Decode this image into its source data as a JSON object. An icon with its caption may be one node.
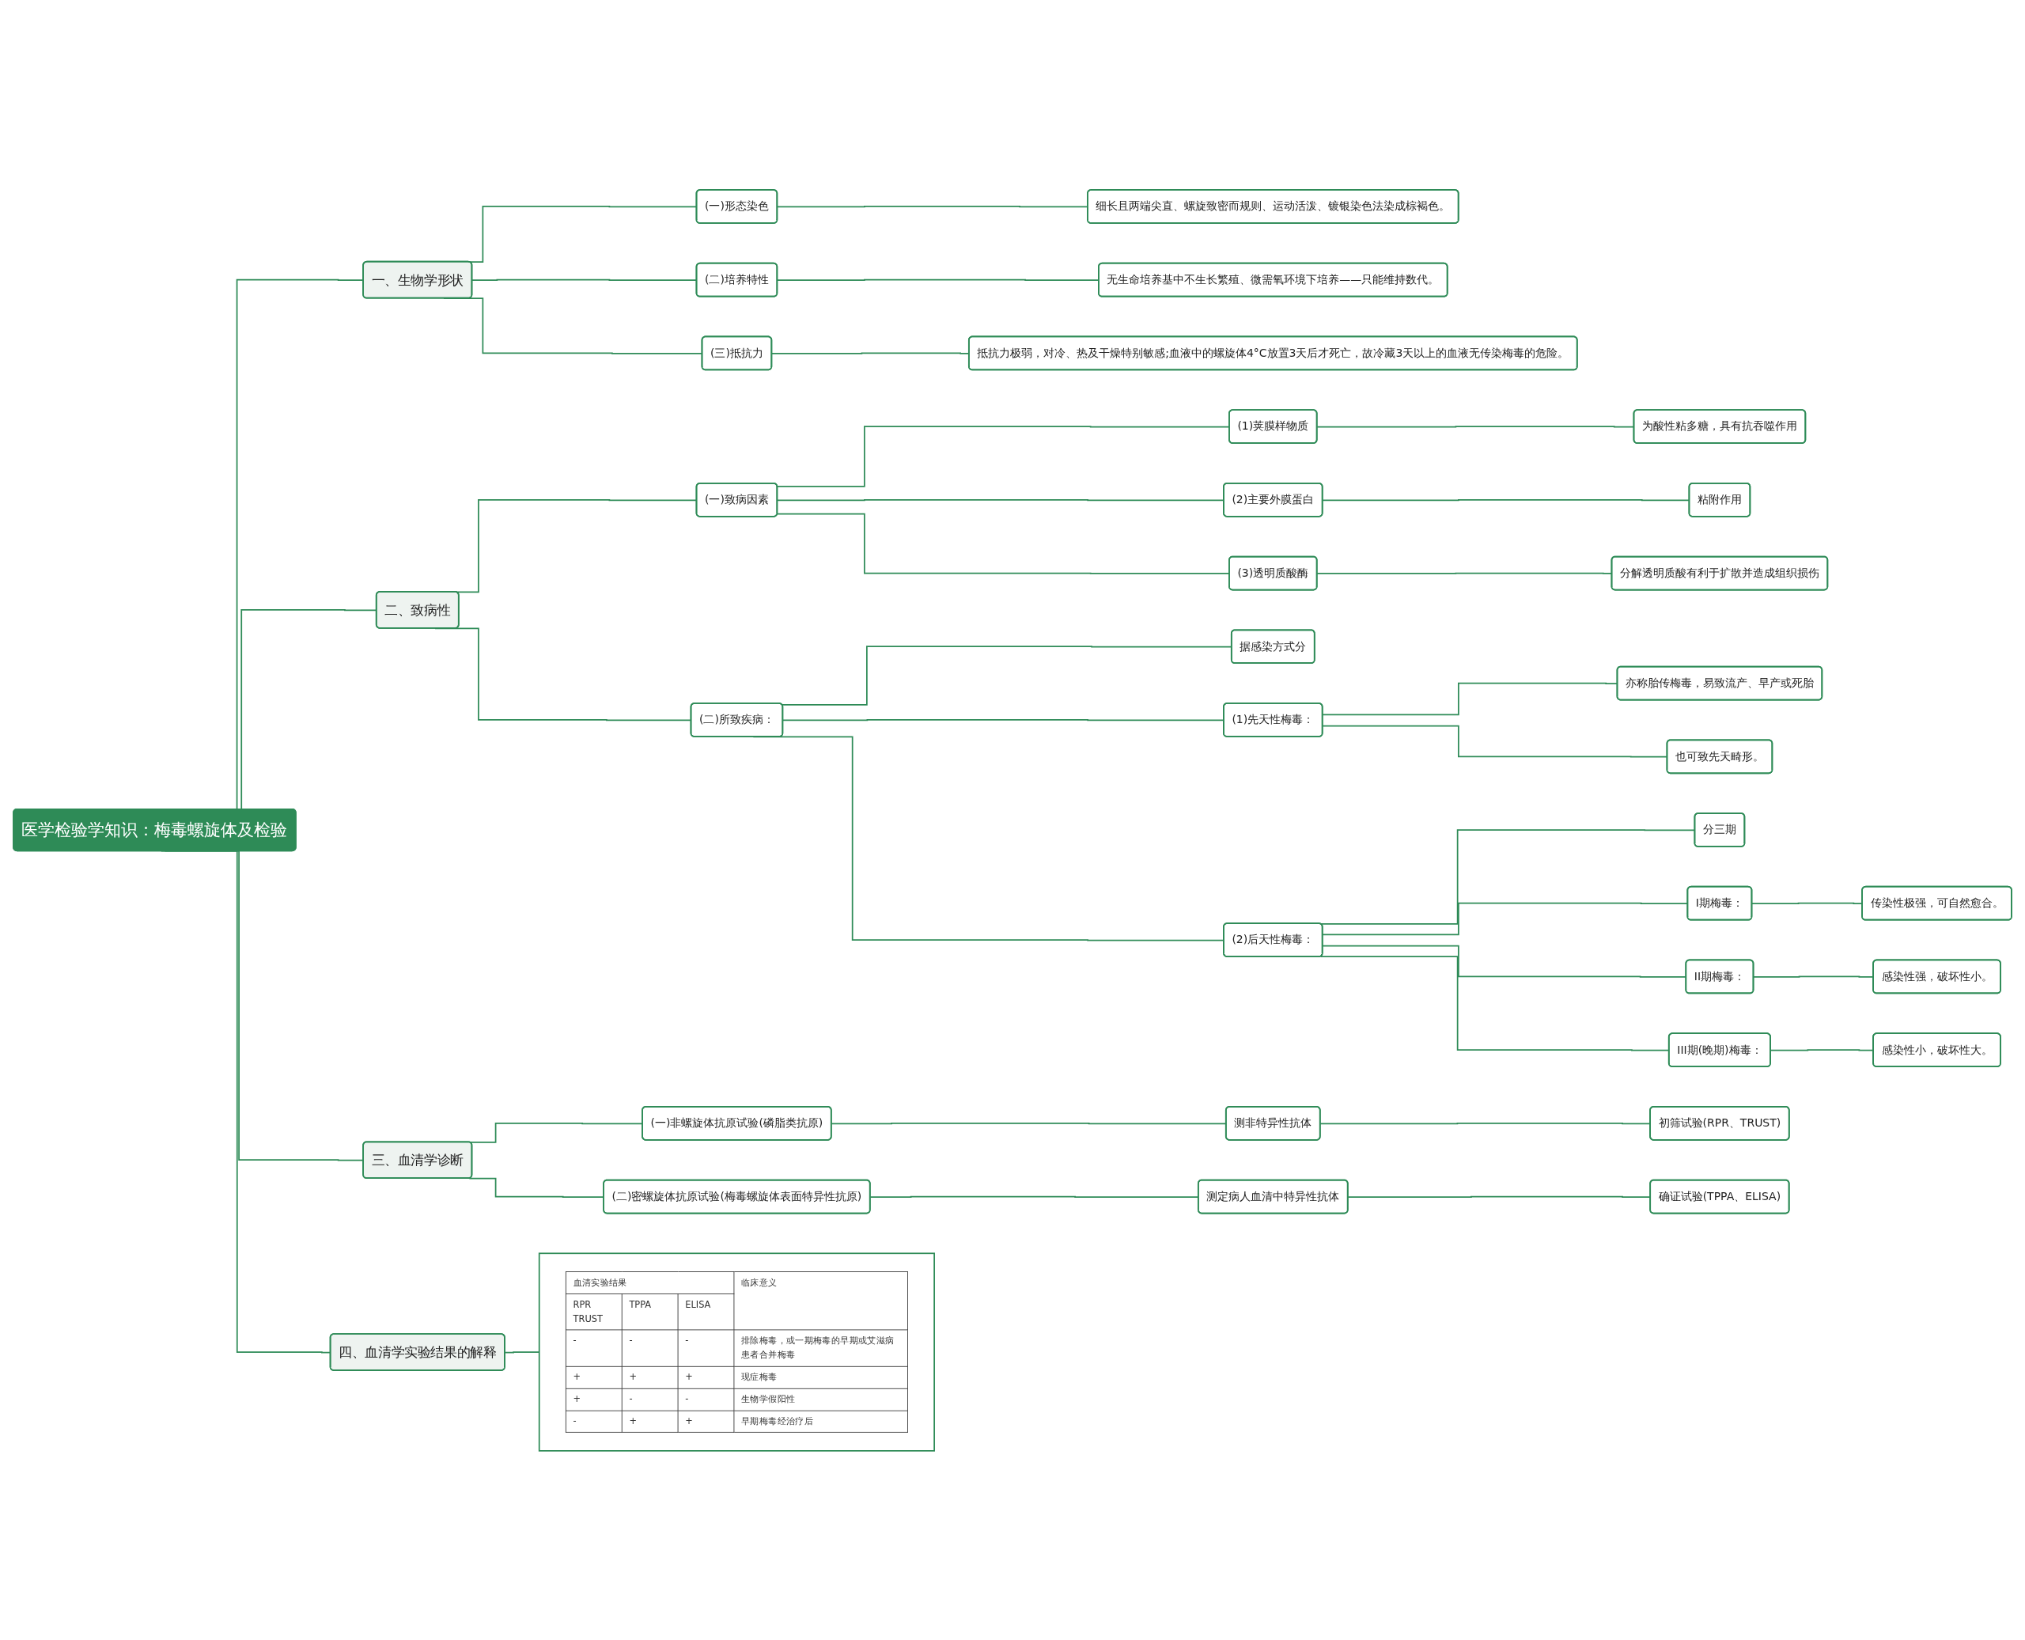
{
  "diagram": {
    "nodes": [
      {
        "text": [
          "医学检验学知识：梅毒螺旋体及检验"
        ]
      },
      {
        "text": [
          "一、生物学形状"
        ]
      },
      {
        "text": [
          "(一)形态染色"
        ]
      },
      {
        "text": [
          "细长且两端尖直、螺旋致密而规则、运动活泼、镀银染色法染成棕褐色。"
        ]
      },
      {
        "text": [
          "(二)培养特性"
        ]
      },
      {
        "text": [
          "无生命培养基中不生长繁殖、微需氧环境下培养——只能维持数代。"
        ]
      },
      {
        "text": [
          "(三)抵抗力"
        ]
      },
      {
        "text": [
          "抵抗力极弱，对冷、热及干燥特别敏感;血液中的螺旋体4°C放置3天后才死亡，故冷藏3天以上的血液无传染梅毒的危险。"
        ]
      },
      {
        "text": [
          "二、致病性"
        ]
      },
      {
        "text": [
          "(一)致病因素"
        ]
      },
      {
        "text": [
          "(1)荚膜样物质"
        ]
      },
      {
        "text": [
          "为酸性粘多糖，具有抗吞噬作用"
        ]
      },
      {
        "text": [
          "(2)主要外膜蛋白"
        ]
      },
      {
        "text": [
          "粘附作用"
        ]
      },
      {
        "text": [
          "(3)透明质酸酶"
        ]
      },
      {
        "text": [
          "分解透明质酸有利于扩散并造成组织损伤"
        ]
      },
      {
        "text": [
          "(二)所致疾病："
        ]
      },
      {
        "text": [
          "据感染方式分"
        ]
      },
      {
        "text": [
          "(1)先天性梅毒："
        ]
      },
      {
        "text": [
          "亦称胎传梅毒，易致流产、早产或死胎"
        ]
      },
      {
        "text": [
          "也可致先天畸形。"
        ]
      },
      {
        "text": [
          "(2)后天性梅毒："
        ]
      },
      {
        "text": [
          "分三期"
        ]
      },
      {
        "text": [
          "I期梅毒："
        ]
      },
      {
        "text": [
          "传染性极强，可自然愈合。"
        ]
      },
      {
        "text": [
          "II期梅毒："
        ]
      },
      {
        "text": [
          "感染性强，破坏性小。"
        ]
      },
      {
        "text": [
          "III期(晚期)梅毒："
        ]
      },
      {
        "text": [
          "感染性小，破坏性大。"
        ]
      },
      {
        "text": [
          "三、血清学诊断"
        ]
      },
      {
        "text": [
          "(一)非螺旋体抗原试验(磷脂类抗原)"
        ]
      },
      {
        "text": [
          "测非特异性抗体"
        ]
      },
      {
        "text": [
          "初筛试验(RPR、TRUST)"
        ]
      },
      {
        "text": [
          "(二)密螺旋体抗原试验(梅毒螺旋体表面特异性抗原)"
        ]
      },
      {
        "text": [
          "测定病人血清中特异性抗体"
        ]
      },
      {
        "text": [
          "确证试验(TPPA、ELISA)"
        ]
      },
      {
        "text": [
          "四、血清学实验结果的解释"
        ]
      },
      {
        "text": [
          "血清实验结果",
          "临床意义",
          "RPR TRUST",
          "TPPA",
          "ELISA",
          "-",
          "-",
          "-",
          "排除梅毒，或一期梅毒的早期或艾滋病患者合并梅毒",
          "+",
          "+",
          "+",
          "现症梅毒",
          "+",
          "-",
          "-",
          "生物学假阳性",
          "-",
          "+",
          "+",
          "早期梅毒经治疗后"
        ]
      }
    ],
    "edges": [
      {
        "from": 0,
        "to": 1,
        "arrow": "none"
      },
      {
        "from": 0,
        "to": 8,
        "arrow": "none"
      },
      {
        "from": 0,
        "to": 29,
        "arrow": "none"
      },
      {
        "from": 0,
        "to": 36,
        "arrow": "none"
      },
      {
        "from": 1,
        "to": 2,
        "arrow": "none"
      },
      {
        "from": 1,
        "to": 4,
        "arrow": "none"
      },
      {
        "from": 1,
        "to": 6,
        "arrow": "none"
      },
      {
        "from": 2,
        "to": 3,
        "arrow": "none"
      },
      {
        "from": 4,
        "to": 5,
        "arrow": "none"
      },
      {
        "from": 6,
        "to": 7,
        "arrow": "none"
      },
      {
        "from": 8,
        "to": 9,
        "arrow": "none"
      },
      {
        "from": 8,
        "to": 16,
        "arrow": "none"
      },
      {
        "from": 9,
        "to": 10,
        "arrow": "none"
      },
      {
        "from": 9,
        "to": 12,
        "arrow": "none"
      },
      {
        "from": 9,
        "to": 14,
        "arrow": "none"
      },
      {
        "from": 10,
        "to": 11,
        "arrow": "none"
      },
      {
        "from": 12,
        "to": 13,
        "arrow": "none"
      },
      {
        "from": 14,
        "to": 15,
        "arrow": "none"
      },
      {
        "from": 16,
        "to": 17,
        "arrow": "none"
      },
      {
        "from": 16,
        "to": 18,
        "arrow": "none"
      },
      {
        "from": 16,
        "to": 21,
        "arrow": "none"
      },
      {
        "from": 18,
        "to": 19,
        "arrow": "none"
      },
      {
        "from": 18,
        "to": 20,
        "arrow": "none"
      },
      {
        "from": 21,
        "to": 22,
        "arrow": "none"
      },
      {
        "from": 21,
        "to": 23,
        "arrow": "none"
      },
      {
        "from": 21,
        "to": 25,
        "arrow": "none"
      },
      {
        "from": 21,
        "to": 27,
        "arrow": "none"
      },
      {
        "from": 23,
        "to": 24,
        "arrow": "none"
      },
      {
        "from": 25,
        "to": 26,
        "arrow": "none"
      },
      {
        "from": 27,
        "to": 28,
        "arrow": "none"
      },
      {
        "from": 29,
        "to": 30,
        "arrow": "none"
      },
      {
        "from": 29,
        "to": 33,
        "arrow": "none"
      },
      {
        "from": 30,
        "to": 31,
        "arrow": "none"
      },
      {
        "from": 31,
        "to": 32,
        "arrow": "none"
      },
      {
        "from": 33,
        "to": 34,
        "arrow": "none"
      },
      {
        "from": 34,
        "to": 35,
        "arrow": "none"
      },
      {
        "from": 36,
        "to": 37,
        "arrow": "none"
      }
    ]
  }
}
